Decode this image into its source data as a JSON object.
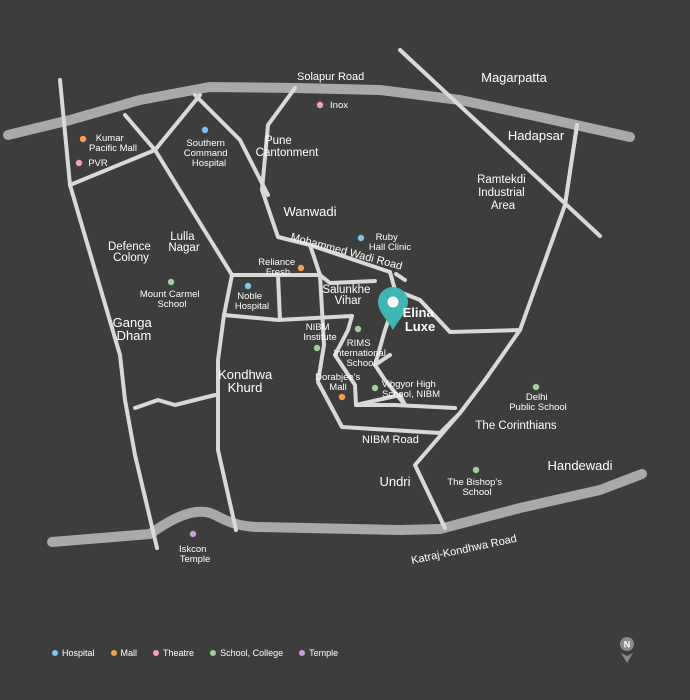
{
  "colors": {
    "background": "#3d3d3e",
    "major_road": "#a9a9a9",
    "road": "#d9d9d9",
    "marker": "#3fb6b3",
    "hospital": "#7ec4ec",
    "mall": "#f0a14a",
    "theatre": "#f0a3ad",
    "school": "#9ccf9a",
    "temple": "#c99be0"
  },
  "roads": {
    "solapur": "Solapur Road",
    "mohammed_wadi": "Mohammed Wadi Road",
    "nibm": "NIBM Road",
    "katraj_kondhwa": "Katraj-Kondhwa Road"
  },
  "areas": {
    "magarpatta": "Magarpatta",
    "hadapsar": "Hadapsar",
    "ramtekdi": [
      "Ramtekdi",
      "Industrial",
      "Area"
    ],
    "pune_cantonment": [
      "Pune",
      "Cantonment"
    ],
    "wanwadi": "Wanwadi",
    "lulla_nagar": [
      "Lulla",
      "Nagar"
    ],
    "defence_colony": [
      "Defence",
      "Colony"
    ],
    "ganga_dham": [
      "Ganga",
      "Dham"
    ],
    "salunkhe_vihar": [
      "Salunkhe",
      "Vihar"
    ],
    "kondhwa_khurd": [
      "Kondhwa",
      "Khurd"
    ],
    "undri": "Undri",
    "handewadi": "Handewadi",
    "the_corinthians": "The Corinthians"
  },
  "pois": {
    "inox": {
      "label": [
        "Inox"
      ],
      "type": "theatre"
    },
    "kumar_pacific": {
      "label": [
        "Kumar",
        "Pacific Mall"
      ],
      "type": "mall"
    },
    "pvr": {
      "label": [
        "PVR"
      ],
      "type": "theatre"
    },
    "southern_command": {
      "label": [
        "Southern",
        "Command",
        "Hospital"
      ],
      "type": "hospital"
    },
    "ruby_hall": {
      "label": [
        "Ruby",
        "Hall Clinic"
      ],
      "type": "hospital"
    },
    "reliance_fresh": {
      "label": [
        "Reliance",
        "Fresh"
      ],
      "type": "mall"
    },
    "noble_hospital": {
      "label": [
        "Noble",
        "Hospital"
      ],
      "type": "hospital"
    },
    "mount_carmel": {
      "label": [
        "Mount Carmel",
        "School"
      ],
      "type": "school"
    },
    "nibm_institute": {
      "label": [
        "NIBM",
        "Institute"
      ],
      "type": "school"
    },
    "rims": {
      "label": [
        "RIMS",
        "International",
        "School"
      ],
      "type": "school"
    },
    "dorabjees": {
      "label": [
        "Dorabjee's",
        "Mall"
      ],
      "type": "mall"
    },
    "vibgyor": {
      "label": [
        "Vibgyor High",
        "School, NIBM"
      ],
      "type": "school"
    },
    "delhi_public": {
      "label": [
        "Delhi",
        "Public School"
      ],
      "type": "school"
    },
    "bishops": {
      "label": [
        "The Bishop's",
        "School"
      ],
      "type": "school"
    },
    "iskcon": {
      "label": [
        "Iskcon",
        "Temple"
      ],
      "type": "temple"
    }
  },
  "project": {
    "label": [
      "Elina",
      "Luxe"
    ],
    "icon": "location-pin-icon"
  },
  "legend": [
    {
      "label": "Hospital",
      "type": "hospital"
    },
    {
      "label": "Mall",
      "type": "mall"
    },
    {
      "label": "Theatre",
      "type": "theatre"
    },
    {
      "label": "School, College",
      "type": "school"
    },
    {
      "label": "Temple",
      "type": "temple"
    }
  ],
  "compass": {
    "label": "N",
    "icon": "north-arrow-icon"
  }
}
